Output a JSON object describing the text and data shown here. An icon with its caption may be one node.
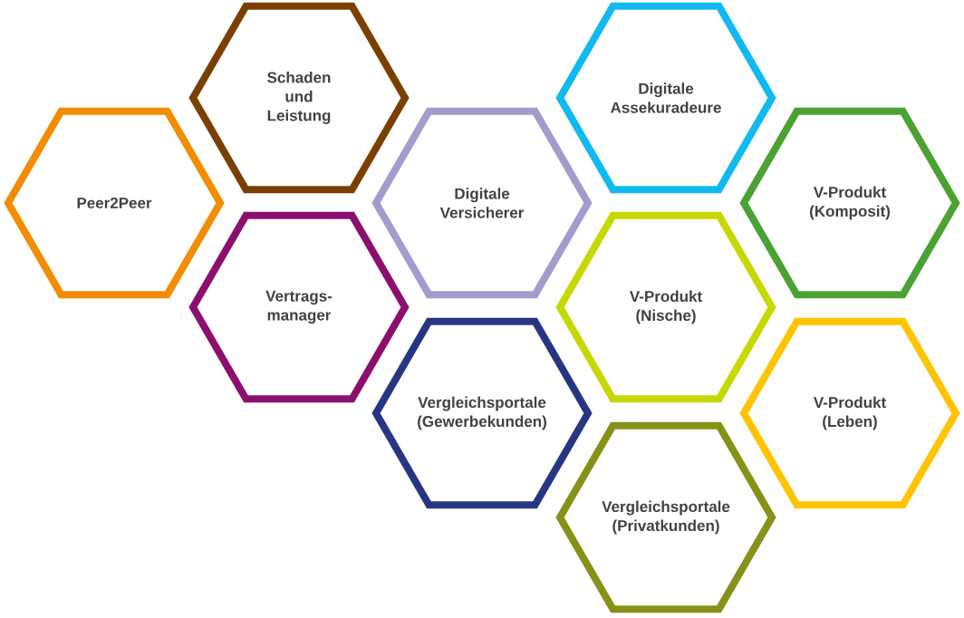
{
  "diagram": {
    "nodes": [
      {
        "text": [
          "Peer2Peer"
        ]
      },
      {
        "text": [
          "Schaden und Leistung"
        ]
      },
      {
        "text": [
          "Vertrags-manager"
        ]
      },
      {
        "text": [
          "Digitale Versicherer"
        ]
      },
      {
        "text": [
          "Vergleichsportale (Gewerbekunden)"
        ]
      },
      {
        "text": [
          "Digitale Assekuradeure"
        ]
      },
      {
        "text": [
          "V-Produkt (Nische)"
        ]
      },
      {
        "text": [
          "Vergleichsportale (Privatkunden)"
        ]
      },
      {
        "text": [
          "V-Produkt (Komposit)"
        ]
      },
      {
        "text": [
          "V-Produkt (Leben)"
        ]
      }
    ]
  }
}
